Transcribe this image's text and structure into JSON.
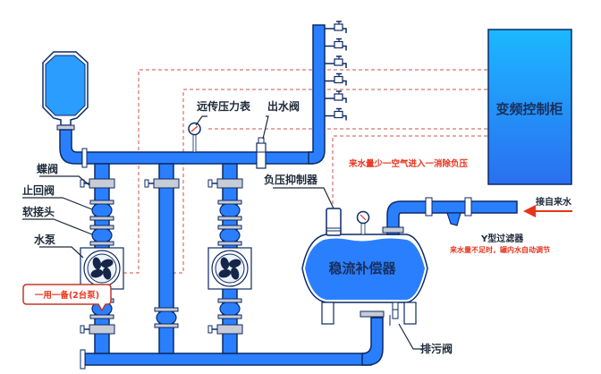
{
  "diagram": {
    "title": "变频恒压供水系统示意图",
    "colors": {
      "pipe": "#2a7fff",
      "pipe_outline": "#0d2a66",
      "cabinet_top": "#1cb8ff",
      "cabinet_bottom": "#2a6ff0",
      "control_line": "#c0392b",
      "annotation_red": "#e8341c",
      "pump_fan": "#15264a"
    },
    "components": {
      "control_cabinet": "变频控制柜",
      "compensator_tank": "稳流补偿器",
      "remote_pressure_gauge": "远传压力表",
      "outlet_valve": "出水阀",
      "negative_pressure_suppressor": "负压抑制器",
      "butterfly_valve": "蝶阀",
      "check_valve": "止回阀",
      "flexible_joint": "软接头",
      "water_pump": "水泵",
      "y_strainer": "Y型过滤器",
      "drain_valve": "排污阀",
      "tap_water_inlet": "接自来水"
    },
    "annotations": {
      "air_intake_note": "来水量少一空气进入一消除负压",
      "auto_regulate_note": "来水量不足时，罐内水自动调节",
      "pump_config_badge": "一用一备(2台泵)"
    },
    "icons": {
      "pressure_tank": "pressure-tank-icon",
      "faucet": "faucet-icon",
      "pump": "pump-fan-icon",
      "gauge": "pressure-gauge-icon",
      "arrow": "arrow-left-icon"
    },
    "faucet_count": 6,
    "pump_count": 2
  }
}
